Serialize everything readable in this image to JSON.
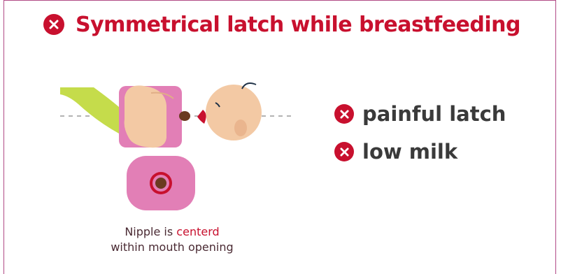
{
  "title": "Symmetrical latch while breastfeeding",
  "problems": [
    {
      "label": "painful latch"
    },
    {
      "label": "low milk"
    }
  ],
  "caption": {
    "line1_prefix": "Nipple is ",
    "line1_highlight": "centerd",
    "line2": "within mouth opening"
  },
  "colors": {
    "accent_red": "#c8102e",
    "border": "#b14a86",
    "breast_pink": "#e27fb6",
    "skin": "#f3c9a4",
    "sleeve_green": "#c5dc4b",
    "text_dark": "#3a3a3a"
  },
  "icons": {
    "title": "close-circle-icon",
    "problem": "close-circle-icon"
  }
}
